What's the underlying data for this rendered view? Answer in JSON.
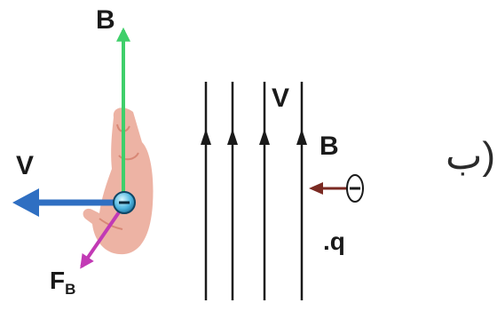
{
  "labels": {
    "magnetic_field_vector": "B",
    "velocity_vector": "V",
    "force_vector_main": "F",
    "force_vector_sub": "B",
    "velocity_in_field": "V",
    "field_label": "B",
    "charge_label": ".q",
    "part_label": "ب)"
  },
  "icons": {
    "hand": "hand-icon",
    "charge": "negative-charge-icon"
  },
  "colors": {
    "b_arrow": "#3fcf6a",
    "v_arrow": "#2f6fc2",
    "f_arrow": "#c23ab5",
    "hand": "#e79a86",
    "field_lines": "#1a1a1a",
    "velocity_arrow_field": "#7a2a22"
  }
}
